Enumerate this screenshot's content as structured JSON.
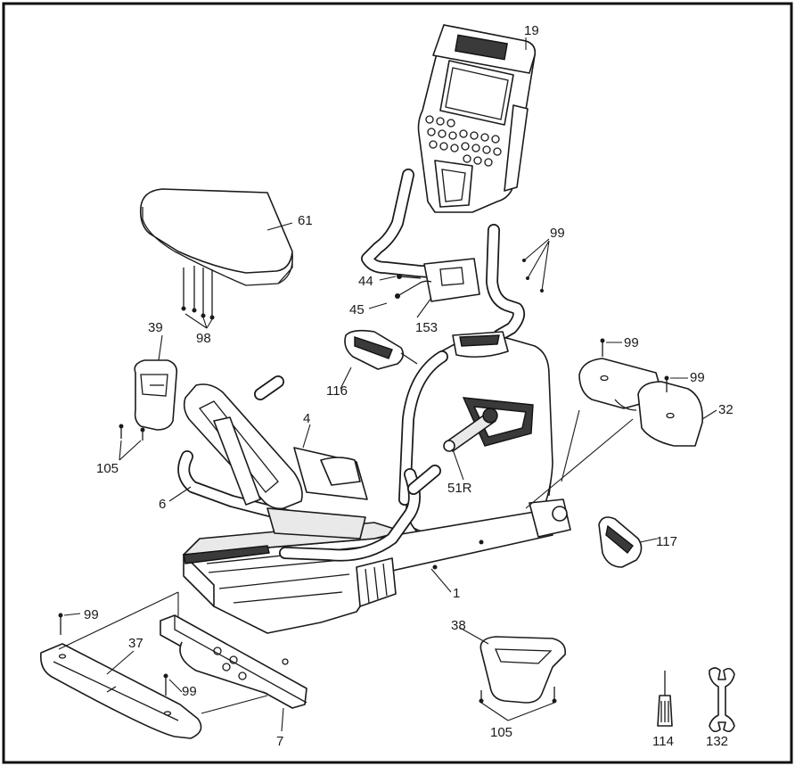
{
  "diagram": {
    "labels": {
      "p19": "19",
      "p61": "61",
      "p99a": "99",
      "p44": "44",
      "p45": "45",
      "p153": "153",
      "p98": "98",
      "p39": "39",
      "p99b": "99",
      "p99c": "99",
      "p116": "116",
      "p4": "4",
      "p32": "32",
      "p105a": "105",
      "p6": "6",
      "p51R": "51R",
      "p117": "117",
      "p1": "1",
      "p99d": "99",
      "p37": "37",
      "p38": "38",
      "p99e": "99",
      "p7": "7",
      "p105b": "105",
      "p114": "114",
      "p132": "132"
    }
  }
}
